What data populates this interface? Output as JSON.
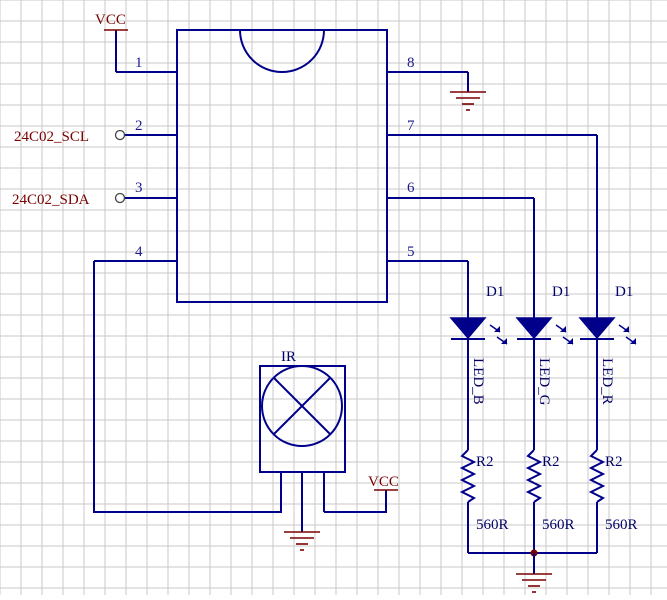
{
  "colors": {
    "wire": "#00008b",
    "power": "#7a0000",
    "grid": "#c8c8c8",
    "background": "#ffffff"
  },
  "chip": {
    "pins": {
      "p1": "1",
      "p2": "2",
      "p3": "3",
      "p4": "4",
      "p5": "5",
      "p6": "6",
      "p7": "7",
      "p8": "8"
    }
  },
  "power": {
    "vcc_top": "VCC",
    "vcc_ir": "VCC"
  },
  "nets": {
    "scl": "24C02_SCL",
    "sda": "24C02_SDA"
  },
  "ir": {
    "label": "IR"
  },
  "leds": [
    {
      "ref": "D1",
      "name": "LED_B"
    },
    {
      "ref": "D1",
      "name": "LED_G"
    },
    {
      "ref": "D1",
      "name": "LED_R"
    }
  ],
  "resistors": [
    {
      "ref": "R2",
      "value": "560R"
    },
    {
      "ref": "R2",
      "value": "560R"
    },
    {
      "ref": "R2",
      "value": "560R"
    }
  ],
  "icons": {
    "ground": "ground-icon",
    "vcc": "vcc-power-icon",
    "led": "led-icon",
    "resistor": "resistor-icon",
    "ir_receiver": "ir-receiver-icon",
    "net_port": "net-port-icon"
  }
}
